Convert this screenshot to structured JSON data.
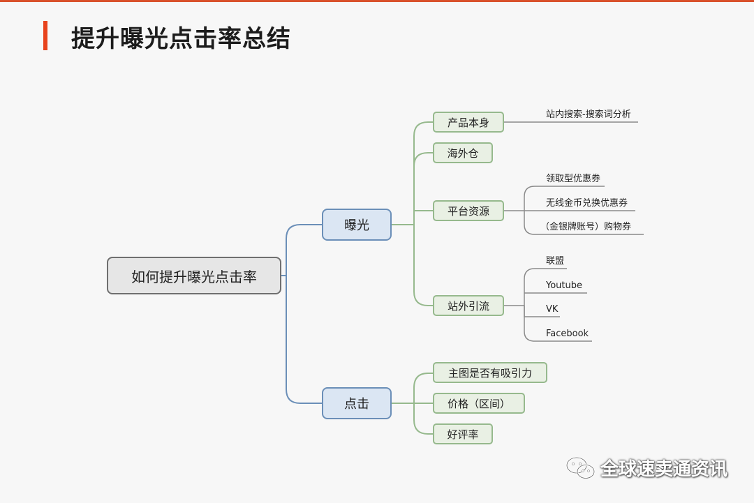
{
  "title": "提升曝光点击率总结",
  "mindmap": {
    "root": "如何提升曝光点击率",
    "branches": [
      {
        "label": "曝光",
        "children": [
          {
            "label": "产品本身",
            "leaves": [
              "站内搜索-搜索词分析"
            ]
          },
          {
            "label": "海外仓",
            "leaves": []
          },
          {
            "label": "平台资源",
            "leaves": [
              "领取型优惠券",
              "无线金币兑换优惠券",
              "（金银牌账号）购物券"
            ]
          },
          {
            "label": "站外引流",
            "leaves": [
              "联盟",
              "Youtube",
              "VK",
              "Facebook"
            ]
          }
        ]
      },
      {
        "label": "点击",
        "children": [
          {
            "label": "主图是否有吸引力",
            "leaves": []
          },
          {
            "label": "价格（区间）",
            "leaves": []
          },
          {
            "label": "好评率",
            "leaves": []
          }
        ]
      }
    ]
  },
  "watermark": {
    "text": "全球速卖通资讯",
    "icon": "wechat-icon"
  },
  "colors": {
    "accent": "#e8431d",
    "level1_fill": "#dbe6f3",
    "level1_border": "#6b8fb8",
    "level2_fill": "#e9f0e4",
    "level2_border": "#96b98d"
  }
}
